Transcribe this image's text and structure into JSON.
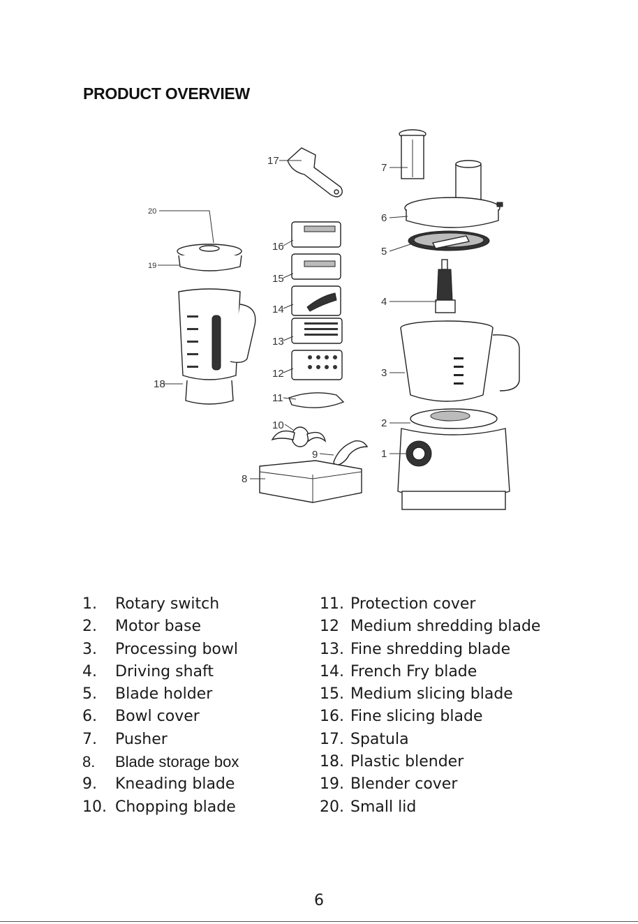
{
  "heading": "PRODUCT OVERVIEW",
  "diagram": {
    "callouts": [
      "1",
      "2",
      "3",
      "4",
      "5",
      "6",
      "7",
      "8",
      "9",
      "10",
      "11",
      "12",
      "13",
      "14",
      "15",
      "16",
      "17",
      "18",
      "19",
      "20"
    ]
  },
  "parts_left": [
    {
      "num": "1.",
      "label": "Rotary switch"
    },
    {
      "num": "2.",
      "label": "Motor base"
    },
    {
      "num": "3.",
      "label": "Processing bowl"
    },
    {
      "num": "4.",
      "label": "Driving shaft"
    },
    {
      "num": "5.",
      "label": "Blade holder"
    },
    {
      "num": "6.",
      "label": "Bowl cover"
    },
    {
      "num": "7.",
      "label": "Pusher"
    },
    {
      "num": "8.",
      "label": "Blade storage box"
    },
    {
      "num": "9.",
      "label": "Kneading blade"
    },
    {
      "num": "10.",
      "label": "Chopping blade"
    }
  ],
  "parts_right": [
    {
      "num": "11.",
      "label": "Protection cover"
    },
    {
      "num": "12",
      "label": "Medium shredding blade"
    },
    {
      "num": "13.",
      "label": "Fine shredding blade"
    },
    {
      "num": "14.",
      "label": "French Fry blade"
    },
    {
      "num": "15.",
      "label": "Medium slicing blade"
    },
    {
      "num": "16.",
      "label": "Fine slicing blade"
    },
    {
      "num": "17.",
      "label": "Spatula"
    },
    {
      "num": "18.",
      "label": "Plastic blender"
    },
    {
      "num": "19.",
      "label": "Blender cover"
    },
    {
      "num": "20.",
      "label": "Small lid"
    }
  ],
  "page_number": "6"
}
